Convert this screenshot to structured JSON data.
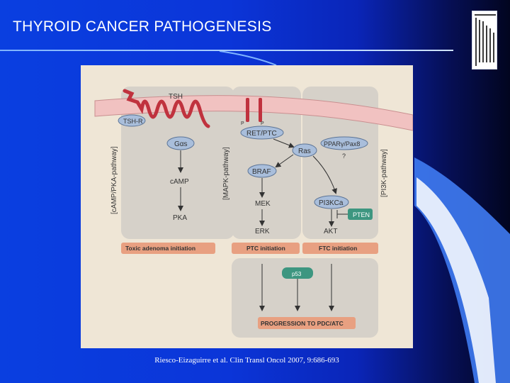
{
  "slide": {
    "title": "THYROID CANCER PATHOGENESIS",
    "citation": "Riesco-Eizaguirre et al. Clin Transl Oncol 2007, 9:686-693"
  },
  "diagram": {
    "membrane": {
      "tsh": "TSH",
      "tshr": "TSH-R",
      "ret_left": "P",
      "ret_right": "P"
    },
    "pathway_labels": {
      "camp_pka": "[cAMP/PKA-pathway]",
      "mapk": "[MAPK-pathway]",
      "pi3k": "[PI3K-pathway]"
    },
    "nodes": {
      "galpha_s": "Gαs",
      "camp": "cAMP",
      "pka": "PKA",
      "ret_ptc": "RET/PTC",
      "ras": "Ras",
      "ppar": "PPARγ/Pax8",
      "ppar_q": "?",
      "braf": "BRAF",
      "mek": "MEK",
      "erk": "ERK",
      "pi3kca": "PI3KCa",
      "pten": "PTEN",
      "akt": "AKT",
      "p53": "p53"
    },
    "outcomes": {
      "toxic": "Toxic adenoma initiation",
      "ptc": "PTC initiation",
      "ftc": "FTC initiation",
      "progression": "PROGRESSION TO PDC/ATC"
    },
    "colors": {
      "node_fill": "#a9bedb",
      "node_stroke": "#5d7597",
      "pten_fill": "#3d9680",
      "outcome_fill": "#e8a081",
      "membrane_fill": "#f1c2c1",
      "receptor": "#c0323e",
      "panel_fill": "#d6d1c9"
    }
  }
}
